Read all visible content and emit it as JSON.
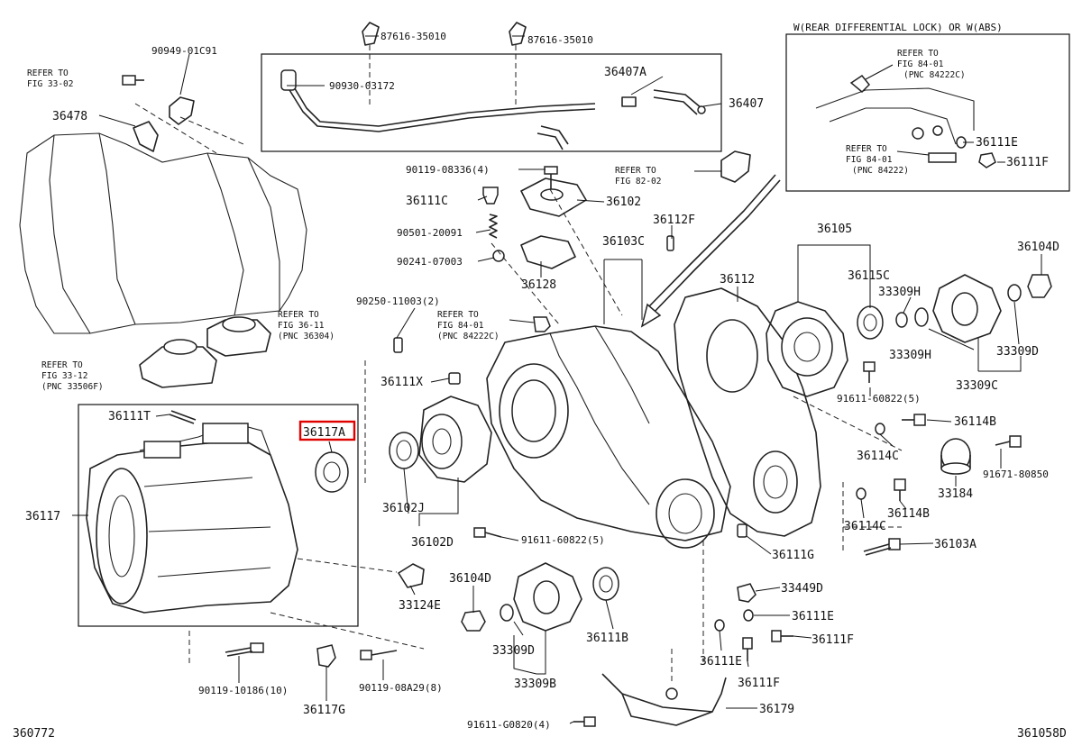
{
  "highlight_color": "#e00000",
  "inset_title": "W(REAR DIFFERENTIAL LOCK) OR W(ABS)",
  "corner_left": "360772",
  "corner_right": "361058D",
  "labels": {
    "p87616_a": "87616-35010",
    "p87616_b": "87616-35010",
    "p90949": "90949-01C91",
    "p90930": "90930-03172",
    "p36407A": "36407A",
    "p36407": "36407",
    "p36478": "36478",
    "p90119_08336": "90119-08336(4)",
    "p36111C": "36111C",
    "p36102": "36102",
    "p90501": "90501-20091",
    "p90241": "90241-07003",
    "p36128": "36128",
    "p36112F": "36112F",
    "p36103C": "36103C",
    "p36105": "36105",
    "p36104D_r": "36104D",
    "p36112": "36112",
    "p36115C": "36115C",
    "p33309H_a": "33309H",
    "p33309H_b": "33309H",
    "p33309D_r": "33309D",
    "p33309C": "33309C",
    "p90250": "90250-11003(2)",
    "p36111X": "36111X",
    "p91611_60822_a": "91611-60822(5)",
    "p36114B_a": "36114B",
    "p36114C_a": "36114C",
    "p91671": "91671-80850",
    "p33184": "33184",
    "p36114B_b": "36114B",
    "p36114C_b": "36114C",
    "p36103A": "36103A",
    "p36111T": "36111T",
    "p36117A": "36117A",
    "p36117": "36117",
    "p36102J": "36102J",
    "p36102D": "36102D",
    "p91611_60822_b": "91611-60822(5)",
    "p36111G": "36111G",
    "p33124E": "33124E",
    "p36104D_l": "36104D",
    "p33449D": "33449D",
    "p36111E": "36111E",
    "p36111F_a": "36111F",
    "p36111F_b": "36111F",
    "p36111B": "36111B",
    "p33309D_l": "33309D",
    "p33309B": "33309B",
    "p90119_10186": "90119-10186(10)",
    "p36117G": "36117G",
    "p90119_08A29": "90119-08A29(8)",
    "p36179": "36179",
    "p91611_G0820": "91611-G0820(4)",
    "p36111E_ins": "36111E",
    "p36111F_ins": "36111F"
  },
  "refs": {
    "r33_02": {
      "l1": "REFER TO",
      "l2": "FIG 33-02"
    },
    "r36_11": {
      "l1": "REFER TO",
      "l2": "FIG 36-11",
      "l3": "(PNC 36304)"
    },
    "r33_12": {
      "l1": "REFER TO",
      "l2": "FIG 33-12",
      "l3": "(PNC 33506F)"
    },
    "r84_01_mid": {
      "l1": "REFER TO",
      "l2": "FIG 84-01",
      "l3": "(PNC 84222C)"
    },
    "r82_02": {
      "l1": "REFER TO",
      "l2": "FIG 82-02"
    },
    "r84_01_ins_a": {
      "l1": "REFER TO",
      "l2": "FIG 84-01",
      "l3": "(PNC 84222C)"
    },
    "r84_01_ins_b": {
      "l1": "REFER TO",
      "l2": "FIG 84-01",
      "l3": "(PNC 84222)"
    }
  }
}
